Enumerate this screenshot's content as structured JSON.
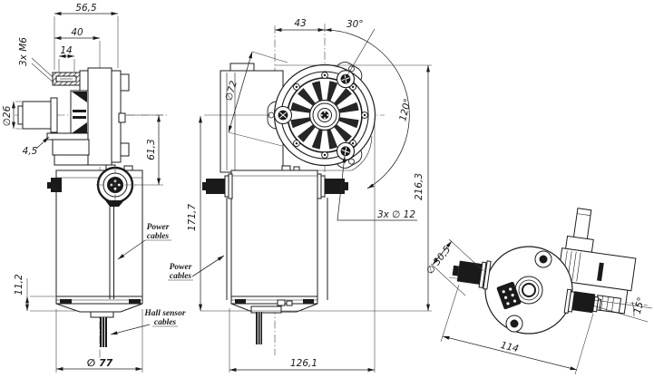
{
  "colors": {
    "background": "#ffffff",
    "line": "#1c1c1c",
    "dark_fill": "#1a1a1a"
  },
  "dims": {
    "side": {
      "overall_width": "56,5",
      "gearbox_width": "40",
      "stud_length": "14",
      "mounting_studs": "3x M6",
      "shaft_diameter": "∅26",
      "plate_thickness": "4,5",
      "axis_offset": "61,3",
      "flange_height": "11,2",
      "body_diameter": "∅ 77"
    },
    "front": {
      "axis_distance": "43",
      "top_angle": "30°",
      "bolt_circle_diameter": "∅72",
      "bolt_spacing_angle": "120°",
      "overall_height": "216,3",
      "body_height": "171,7",
      "mounting_holes": "3x ∅ 12",
      "overall_width": "126,1"
    },
    "bottom": {
      "cap_diameter": "∅ 30,5",
      "overall_length": "114",
      "tilt_angle": "15°"
    }
  },
  "notes": {
    "power_cables_side": {
      "line1": "Power",
      "line2": "cables"
    },
    "power_cables_front": {
      "line1": "Power",
      "line2": "cables"
    },
    "hall_sensor_cables": {
      "line1": "Hall sensor",
      "line2": "cables"
    }
  }
}
